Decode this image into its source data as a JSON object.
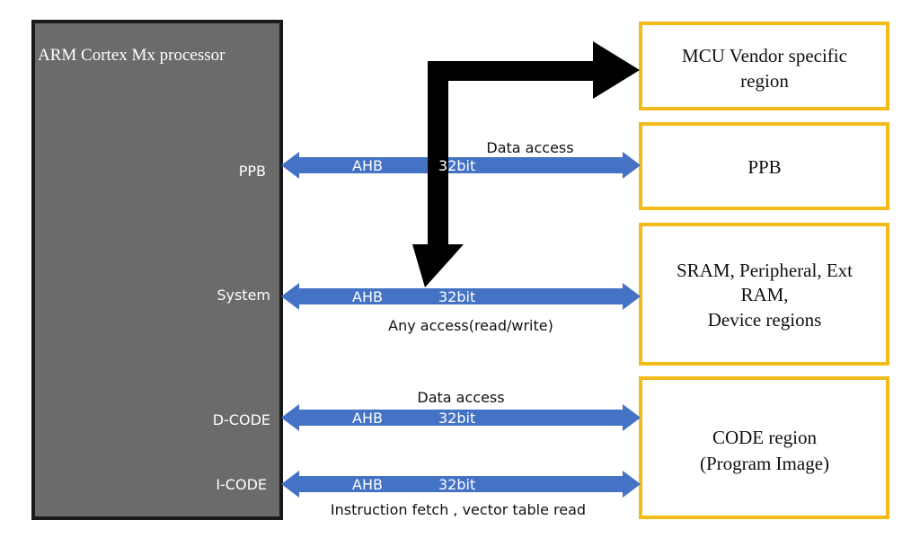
{
  "processor": {
    "title": "ARM Cortex Mx processor",
    "ports": {
      "ppb": "PPB",
      "system": "System",
      "dcode": "D-CODE",
      "icode": "I-CODE"
    }
  },
  "buses": {
    "ppb": {
      "protocol": "AHB",
      "width": "32bit",
      "label_above": "Data access"
    },
    "system": {
      "protocol": "AHB",
      "width": "32bit",
      "label_below": "Any access(read/write)"
    },
    "dcode": {
      "protocol": "AHB",
      "width": "32bit",
      "label_above": "Data access"
    },
    "icode": {
      "protocol": "AHB",
      "width": "32bit",
      "label_below": "Instruction fetch , vector table read"
    }
  },
  "regions": {
    "vendor": {
      "line1": "MCU Vendor specific",
      "line2": "region"
    },
    "ppb": {
      "line1": "PPB"
    },
    "sram": {
      "line1": "SRAM, Peripheral, Ext",
      "line2": "RAM,",
      "line3": "Device regions"
    },
    "code": {
      "line1": "CODE region",
      "line2": "(Program Image)"
    }
  },
  "colors": {
    "processor_fill": "#6b6b6b",
    "processor_border": "#1a1a1a",
    "bus_arrow": "#4472c4",
    "region_border": "#f2bb1a",
    "routing_arrow": "#000000"
  }
}
